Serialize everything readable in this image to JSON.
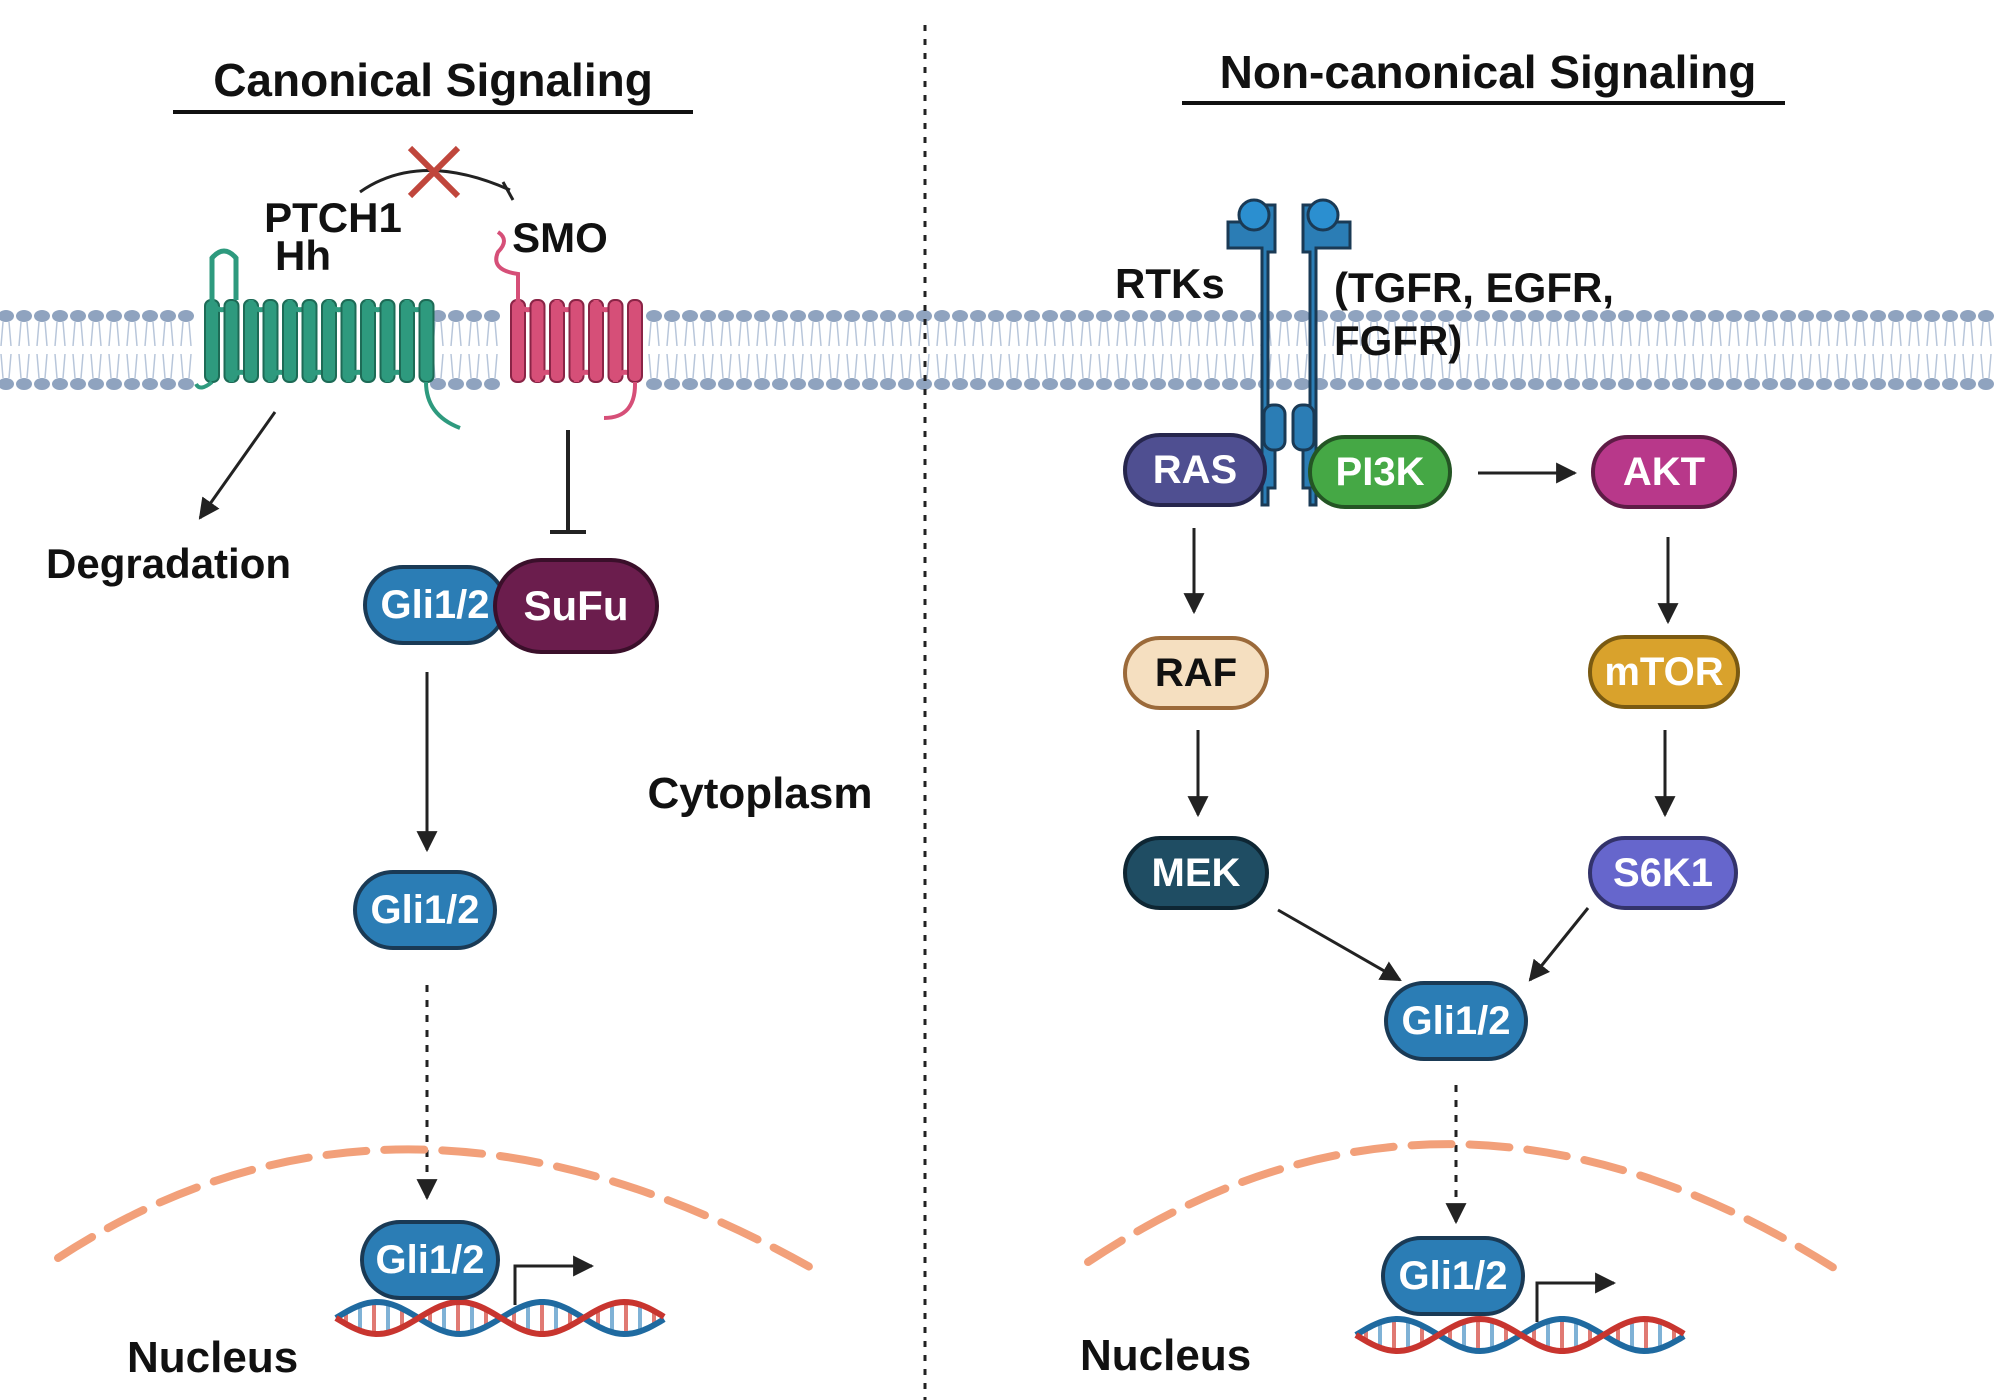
{
  "panels": {
    "left_title": "Canonical Signaling",
    "right_title": "Non-canonical Signaling"
  },
  "left": {
    "ptch1": "PTCH1",
    "hh": "Hh",
    "smo": "SMO",
    "degradation": "Degradation",
    "gli_sufu_gli": "Gli1/2",
    "sufu": "SuFu",
    "gli_cyto": "Gli1/2",
    "gli_nucleus": "Gli1/2",
    "nucleus": "Nucleus"
  },
  "cytoplasm": "Cytoplasm",
  "right": {
    "rtks": "RTKs",
    "rtk_examples_line1": "(TGFR, EGFR,",
    "rtk_examples_line2": "FGFR)",
    "ras": "RAS",
    "pi3k": "PI3K",
    "akt": "AKT",
    "raf": "RAF",
    "mtor": "mTOR",
    "mek": "MEK",
    "s6k1": "S6K1",
    "gli_cyto": "Gli1/2",
    "gli_nucleus": "Gli1/2",
    "nucleus": "Nucleus"
  },
  "colors": {
    "membrane_head": "#8fa3bf",
    "ptch1": "#2e9a7e",
    "smo": "#d64f78",
    "gli": "#2b7db5",
    "sufu": "#6b1d4d",
    "ras": "#4f4f91",
    "pi3k": "#45a845",
    "akt": "#b8388a",
    "raf": "#f5dfc0",
    "mtor": "#d9a22c",
    "mek": "#1f4d63",
    "s6k1": "#6666cc",
    "nuclear_envelope": "#f2a07a",
    "rtk": "#2b7db5",
    "dna_red": "#c8352f",
    "dna_blue": "#1f6aa0"
  }
}
